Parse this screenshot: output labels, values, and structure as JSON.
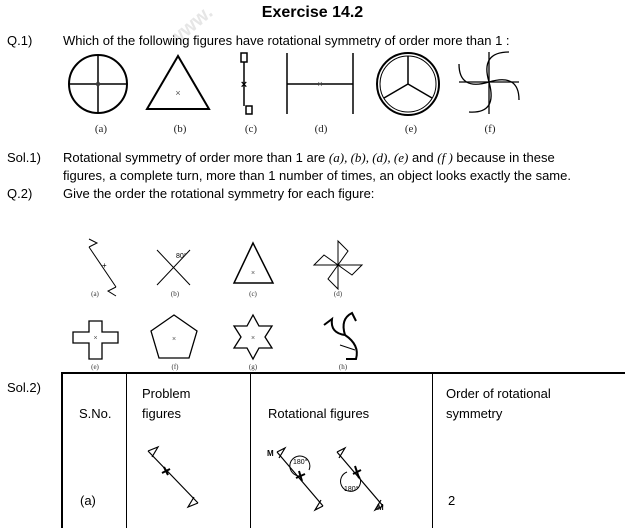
{
  "watermark": "www.",
  "title": "Exercise 14.2",
  "q1": {
    "label": "Q.1)",
    "text": "Which of the following figures have rotational symmetry of order more than 1 :",
    "captions": [
      "(a)",
      "(b)",
      "(c)",
      "(d)",
      "(e)",
      "(f)"
    ]
  },
  "sol1": {
    "label": "Sol.1)",
    "line1_prefix": "Rotational symmetry of order more than 1 are",
    "line1_figs": "(a), (b), (d), (e)",
    "line1_and": "and",
    "line1_f": "(f )",
    "line1_suffix": "because in these",
    "line2": "figures, a complete turn, more than 1 number of times, an object looks exactly the same."
  },
  "q2": {
    "label": "Q.2)",
    "text": "Give the order the rotational symmetry for each figure:",
    "captions": [
      "(a)",
      "(b)",
      "(c)",
      "(d)",
      "(e)",
      "(f)",
      "(g)",
      "(h)"
    ],
    "angle_label": "80°"
  },
  "sol2": {
    "label": "Sol.2)",
    "headers": {
      "sno": "S.No.",
      "problem": "Problem figures",
      "rotational": "Rotational figures",
      "order": "Order of rotational symmetry"
    },
    "row": {
      "sno": "(a)",
      "order": "2"
    },
    "fig_labels": {
      "m1": "M",
      "m2": "M",
      "angle1": "180°",
      "angle2": "180°"
    }
  }
}
